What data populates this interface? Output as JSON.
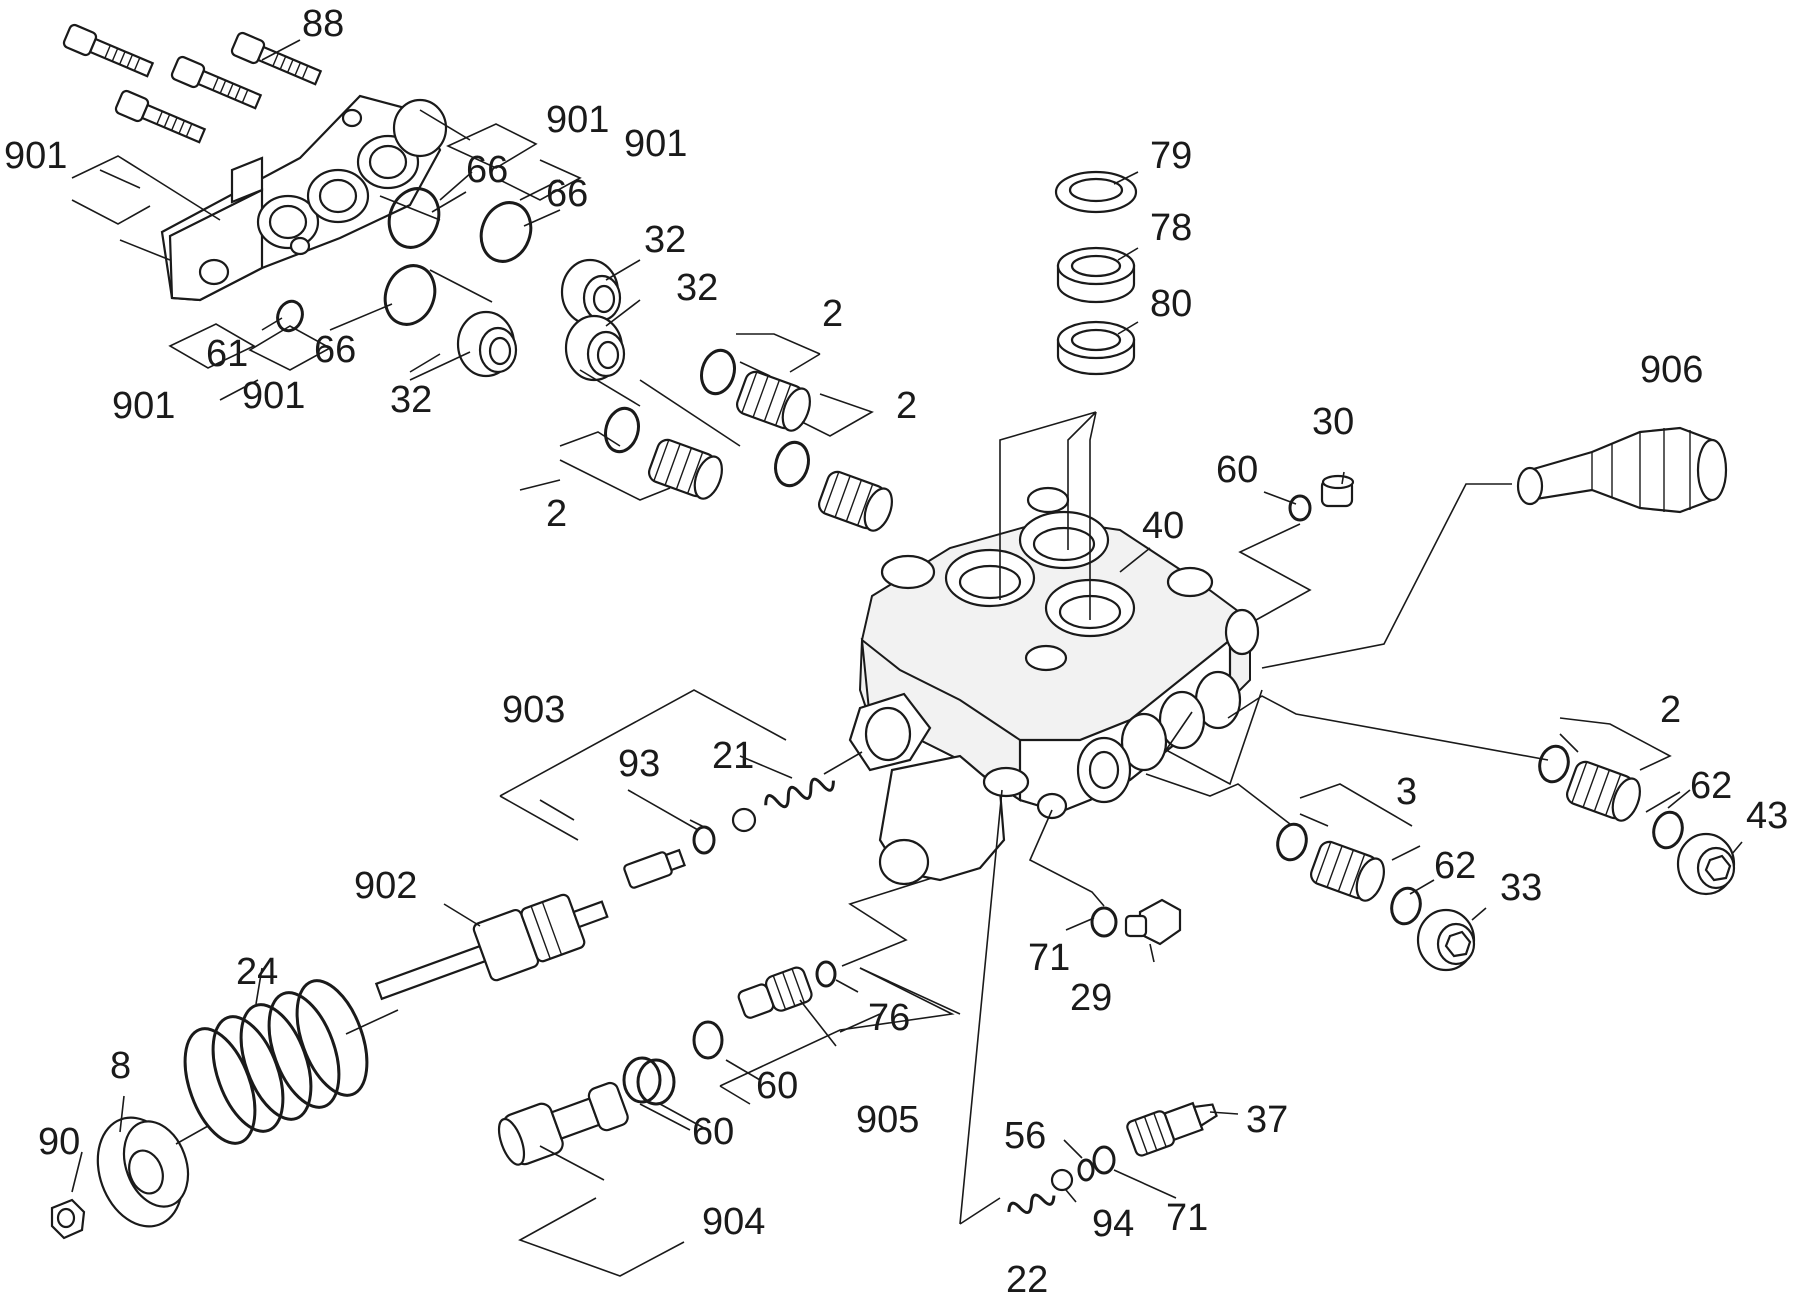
{
  "labels": [
    {
      "id": "88",
      "text": "88"
    },
    {
      "id": "901a",
      "text": "901"
    },
    {
      "id": "901b",
      "text": "901"
    },
    {
      "id": "901c",
      "text": "901"
    },
    {
      "id": "66a",
      "text": "66"
    },
    {
      "id": "66b",
      "text": "66"
    },
    {
      "id": "66c",
      "text": "66"
    },
    {
      "id": "32a",
      "text": "32"
    },
    {
      "id": "32b",
      "text": "32"
    },
    {
      "id": "32c",
      "text": "32"
    },
    {
      "id": "61",
      "text": "61"
    },
    {
      "id": "901d",
      "text": "901"
    },
    {
      "id": "901e",
      "text": "901"
    },
    {
      "id": "2a",
      "text": "2"
    },
    {
      "id": "2b",
      "text": "2"
    },
    {
      "id": "2c",
      "text": "2"
    },
    {
      "id": "79",
      "text": "79"
    },
    {
      "id": "78",
      "text": "78"
    },
    {
      "id": "80",
      "text": "80"
    },
    {
      "id": "906",
      "text": "906"
    },
    {
      "id": "30",
      "text": "30"
    },
    {
      "id": "60a",
      "text": "60"
    },
    {
      "id": "40",
      "text": "40"
    },
    {
      "id": "903",
      "text": "903"
    },
    {
      "id": "93",
      "text": "93"
    },
    {
      "id": "21",
      "text": "21"
    },
    {
      "id": "902",
      "text": "902"
    },
    {
      "id": "24",
      "text": "24"
    },
    {
      "id": "8",
      "text": "8"
    },
    {
      "id": "90",
      "text": "90"
    },
    {
      "id": "76",
      "text": "76"
    },
    {
      "id": "60b",
      "text": "60"
    },
    {
      "id": "60c",
      "text": "60"
    },
    {
      "id": "905",
      "text": "905"
    },
    {
      "id": "904",
      "text": "904"
    },
    {
      "id": "2d",
      "text": "2"
    },
    {
      "id": "62a",
      "text": "62"
    },
    {
      "id": "43",
      "text": "43"
    },
    {
      "id": "3",
      "text": "3"
    },
    {
      "id": "62b",
      "text": "62"
    },
    {
      "id": "33",
      "text": "33"
    },
    {
      "id": "71a",
      "text": "71"
    },
    {
      "id": "29",
      "text": "29"
    },
    {
      "id": "37",
      "text": "37"
    },
    {
      "id": "56",
      "text": "56"
    },
    {
      "id": "71b",
      "text": "71"
    },
    {
      "id": "94",
      "text": "94"
    },
    {
      "id": "22",
      "text": "22"
    }
  ]
}
